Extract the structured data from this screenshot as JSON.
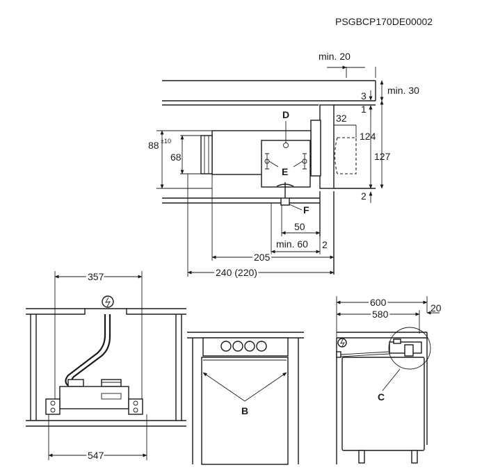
{
  "doc_code": "PSGBCP170DE00002",
  "top_view": {
    "dims": {
      "min20": "min. 20",
      "min30": "min. 30",
      "d3": "3",
      "d1": "1",
      "d32": "32",
      "d124": "124",
      "d127": "127",
      "d2_right": "2",
      "d88": "88",
      "d88_tol": "±10",
      "d68": "68",
      "d50": "50",
      "min60": "min. 60",
      "d2_bottom": "2",
      "d205": "205",
      "d240": "240 (220)"
    },
    "labels": {
      "D": "D",
      "E": "E",
      "F": "F"
    }
  },
  "bottom_left": {
    "d357": "357",
    "d547": "547"
  },
  "bottom_middle": {
    "B": "B"
  },
  "bottom_right": {
    "d600": "600",
    "d580": "580",
    "d20": "20",
    "C": "C"
  }
}
